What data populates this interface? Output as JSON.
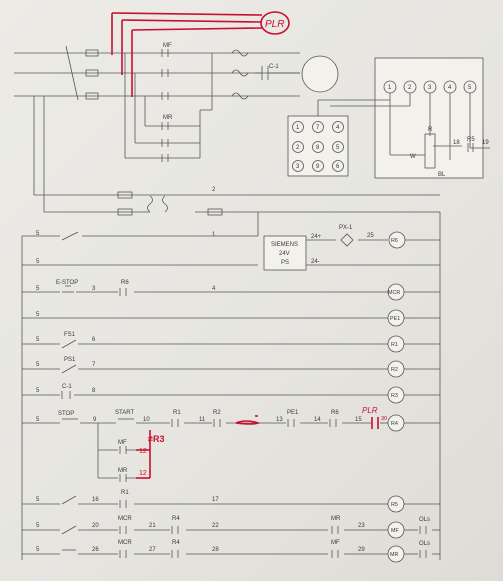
{
  "power": {
    "plr_label": "PLR",
    "mf_label": "MF",
    "mr_label": "MR",
    "motor_cap_label": "C-1",
    "transformer_labels": [
      "2",
      "1"
    ],
    "plug_pins": [
      "1",
      "2",
      "3",
      "4",
      "5"
    ],
    "pot_labels": {
      "r": "R",
      "w": "W",
      "bl": "BL",
      "n18": "18",
      "r5": "R5",
      "n19": "19"
    },
    "pin_grid": [
      "1",
      "7",
      "4",
      "2",
      "8",
      "5",
      "3",
      "9",
      "6"
    ]
  },
  "control": {
    "rail_left": "5",
    "ps": {
      "brand": "SIEMENS",
      "volt": "24V",
      "name": "PS",
      "plus": "24+",
      "minus": "24-"
    },
    "px_label": "PX-1",
    "wire_25": "25",
    "rungs": [
      {
        "contact1": "E-STOP",
        "n1": "3",
        "contact2": "R6",
        "n2": "4",
        "coil": "MCR"
      },
      {
        "coil": "PE1"
      },
      {
        "contact1": "FS1",
        "n1": "6",
        "coil": "R1"
      },
      {
        "contact1": "PS1",
        "n1": "7",
        "coil": "R2"
      },
      {
        "contact1": "C-1",
        "n1": "8",
        "coil": "R3"
      },
      {
        "stop": "STOP",
        "n9": "9",
        "start": "START",
        "n10": "10",
        "r1": "R1",
        "n11": "11",
        "r2": "R2",
        "n13": "13",
        "pe1": "PE1",
        "n14": "14",
        "r6": "R6",
        "n15": "15",
        "coil": "R4"
      },
      {
        "n1": "16",
        "contact": "R1",
        "n2": "17",
        "coil": "R5"
      },
      {
        "n1": "20",
        "mcr": "MCR",
        "n2": "21",
        "r4": "R4",
        "n3": "22",
        "mr": "MR",
        "n4": "23",
        "coil": "MF",
        "ols": "OLs"
      },
      {
        "n1": "26",
        "mcr": "MCR",
        "n2": "27",
        "r4": "R4",
        "n3": "28",
        "mf": "MF",
        "n4": "29",
        "coil": "MR",
        "ols": "OLs"
      }
    ],
    "branch": {
      "mf": "MF",
      "n12a": "12",
      "mr": "MR",
      "n12b": "12"
    },
    "coil_r6": "R6"
  },
  "annotations": {
    "plr_note": "PLR",
    "plr_num": "30",
    "r3_note": "≠R3"
  }
}
